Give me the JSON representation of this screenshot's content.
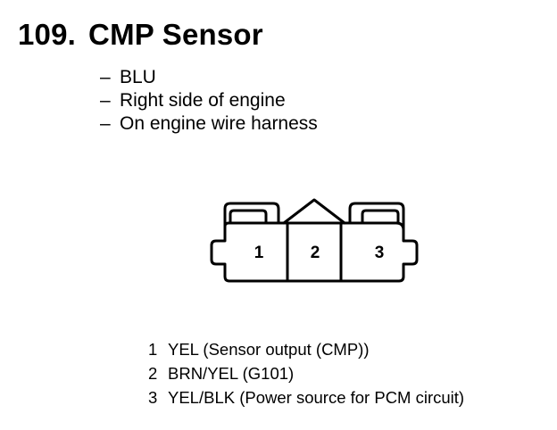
{
  "header": {
    "number": "109.",
    "title": "CMP Sensor"
  },
  "details": [
    {
      "dash": "–",
      "text": "BLU"
    },
    {
      "dash": "–",
      "text": "Right side of engine"
    },
    {
      "dash": "–",
      "text": "On engine wire harness"
    }
  ],
  "connector": {
    "terminal_labels": [
      "1",
      "2",
      "3"
    ]
  },
  "pins": [
    {
      "number": "1",
      "description": "YEL (Sensor output (CMP))"
    },
    {
      "number": "2",
      "description": "BRN/YEL (G101)"
    },
    {
      "number": "3",
      "description": "YEL/BLK (Power source for PCM circuit)"
    }
  ],
  "colors": {
    "line": "#000000",
    "background": "#ffffff"
  }
}
